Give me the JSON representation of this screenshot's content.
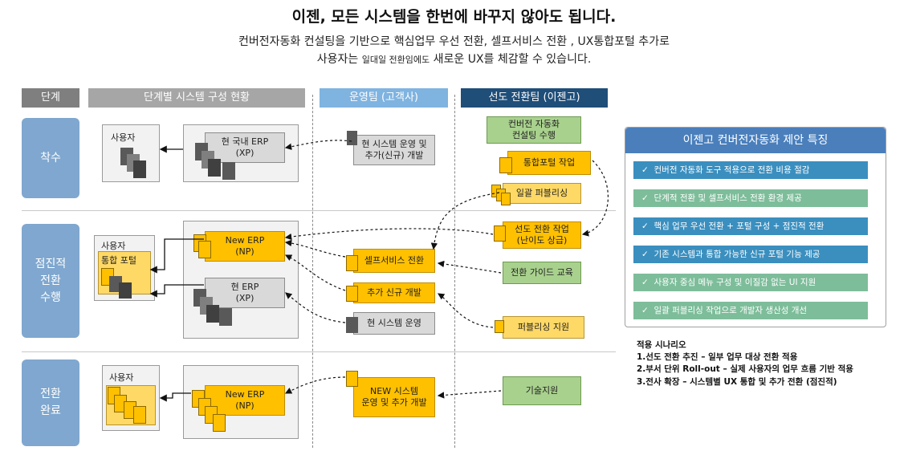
{
  "header": {
    "title": "이젠, 모든 시스템을 한번에 바꾸지 않아도 됩니다.",
    "subtitle_line1": "컨버전자동화 컨설팅을 기반으로 핵심업무 우선 전환, 셀프서비스 전환 , UX통합포털 추가로",
    "subtitle_line2_part1": "사용자는",
    "subtitle_line2_part2": "일대일 전환임에도",
    "subtitle_line2_part3": "새로운 UX를 체감할 수 있습니다."
  },
  "columns": {
    "stage": "단계",
    "system": "단계별 시스템 구성 현황",
    "ops": "운영팀 (고객사)",
    "lead": "선도 전환팀 (이젠고)"
  },
  "stages": {
    "s1": "착수",
    "s2_l1": "점진적",
    "s2_l2": "전환",
    "s2_l3": "수행",
    "s3_l1": "전환",
    "s3_l2": "완료"
  },
  "stage1": {
    "user": "사용자",
    "erp": "현 국내 ERP\n(XP)",
    "ops_task": "현 시스템 운영 및\n추가(신규) 개발",
    "consult": "컨버전 자동화\n컨설팅 수행",
    "portal": "통합포털 작업",
    "publish": "일괄 퍼블리싱"
  },
  "stage2": {
    "user": "사용자",
    "portal": "통합 포털",
    "new_erp": "New ERP\n(NP)",
    "cur_erp": "현 ERP\n(XP)",
    "self": "셀프서비스 전환",
    "dev": "추가 신규 개발",
    "ops": "현 시스템 운영",
    "lead_work": "선도 전환 작업\n(난이도 상급)",
    "guide": "전환 가이드 교육",
    "pub": "퍼블리싱 지원"
  },
  "stage3": {
    "user": "사용자",
    "new_erp": "New ERP\n(NP)",
    "ops_new": "NEW 시스템\n운영 및 추가 개발",
    "tech": "기술지원"
  },
  "features": {
    "title": "이젠고 컨버전자동화 제안 특징",
    "items": [
      {
        "text": "컨버전 자동화 도구 적용으로 전환 비용 절감",
        "color": "#3a8fbf"
      },
      {
        "text": "단계적 전환 및 셀프서비스 전환 환경 제공",
        "color": "#7dbd9a"
      },
      {
        "text": "핵심 업무 우선 전환 + 포털 구성 + 점진적 전환",
        "color": "#3a8fbf"
      },
      {
        "text": "기존 시스템과 통합 가능한  신규 포털 기능 제공",
        "color": "#3a8fbf"
      },
      {
        "text": "사용자 중심 메뉴 구성 및 이질감 없는 UI 지원",
        "color": "#7dbd9a"
      },
      {
        "text": "일괄 퍼블리싱 작업으로  개발자 생산성 개선",
        "color": "#7dbd9a"
      }
    ],
    "check": "✓"
  },
  "scenario": {
    "title": "적용 시나리오",
    "lines": [
      "1.선도 전환 추진 – 일부 업무 대상 전환 적용",
      "2.부서 단위 Roll-out – 실제 사용자의 업무 흐름 기반 적용",
      "3.전사 확장 – 시스템별 UX 통합 및 추가 전환 (점진적)"
    ]
  },
  "colors": {
    "stage_blue": "#7fa7cf",
    "system_header": "#a6a6a6",
    "ops_header": "#7fb3e0",
    "lead_header": "#1f4e79",
    "yellow": "#ffc000",
    "green": "#a9d18e",
    "feature_title": "#4a7fbc"
  }
}
